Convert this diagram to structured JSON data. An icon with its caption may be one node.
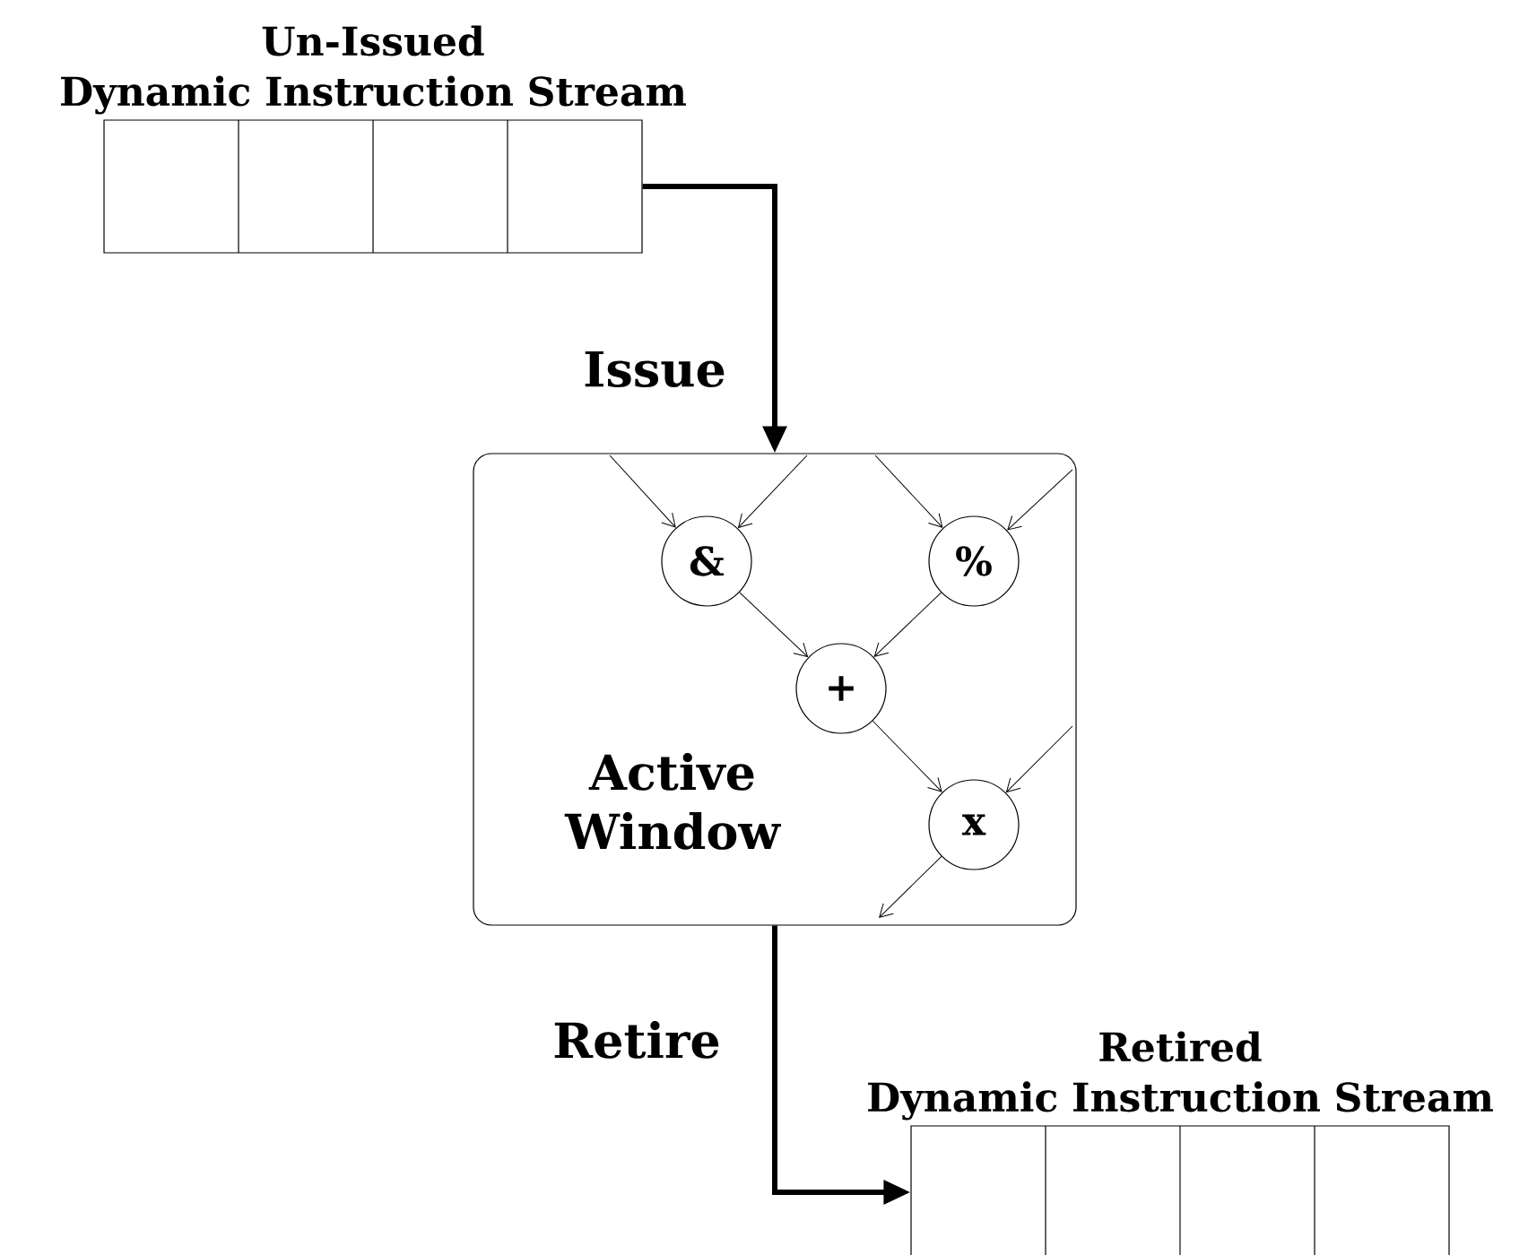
{
  "diagram": {
    "nodes": [
      {
        "text": [
          "Un-Issued Dynamic Instruction Stream"
        ]
      },
      {
        "text": [
          "Active Window"
        ]
      },
      {
        "text": [
          "&"
        ],
        "in": 1
      },
      {
        "text": [
          "%"
        ],
        "in": 1
      },
      {
        "text": [
          "+"
        ],
        "in": 1
      },
      {
        "text": [
          "x"
        ],
        "in": 1
      },
      {
        "text": [
          "Retired Dynamic Instruction Stream"
        ]
      }
    ],
    "edges": [
      {
        "from": 0,
        "to": 1,
        "arrow": "to",
        "label": "Issue",
        "style": "thick"
      },
      {
        "from": 1,
        "to": 6,
        "arrow": "to",
        "label": "Retire",
        "style": "thick"
      },
      {
        "from": null,
        "to": 2,
        "arrow": "to"
      },
      {
        "from": null,
        "to": 2,
        "arrow": "to"
      },
      {
        "from": null,
        "to": 3,
        "arrow": "to"
      },
      {
        "from": null,
        "to": 3,
        "arrow": "to"
      },
      {
        "from": 2,
        "to": 4,
        "arrow": "to"
      },
      {
        "from": 3,
        "to": 4,
        "arrow": "to"
      },
      {
        "from": 4,
        "to": 5,
        "arrow": "to"
      },
      {
        "from": null,
        "to": 5,
        "arrow": "to"
      },
      {
        "from": 5,
        "to": null,
        "arrow": "to"
      }
    ]
  }
}
